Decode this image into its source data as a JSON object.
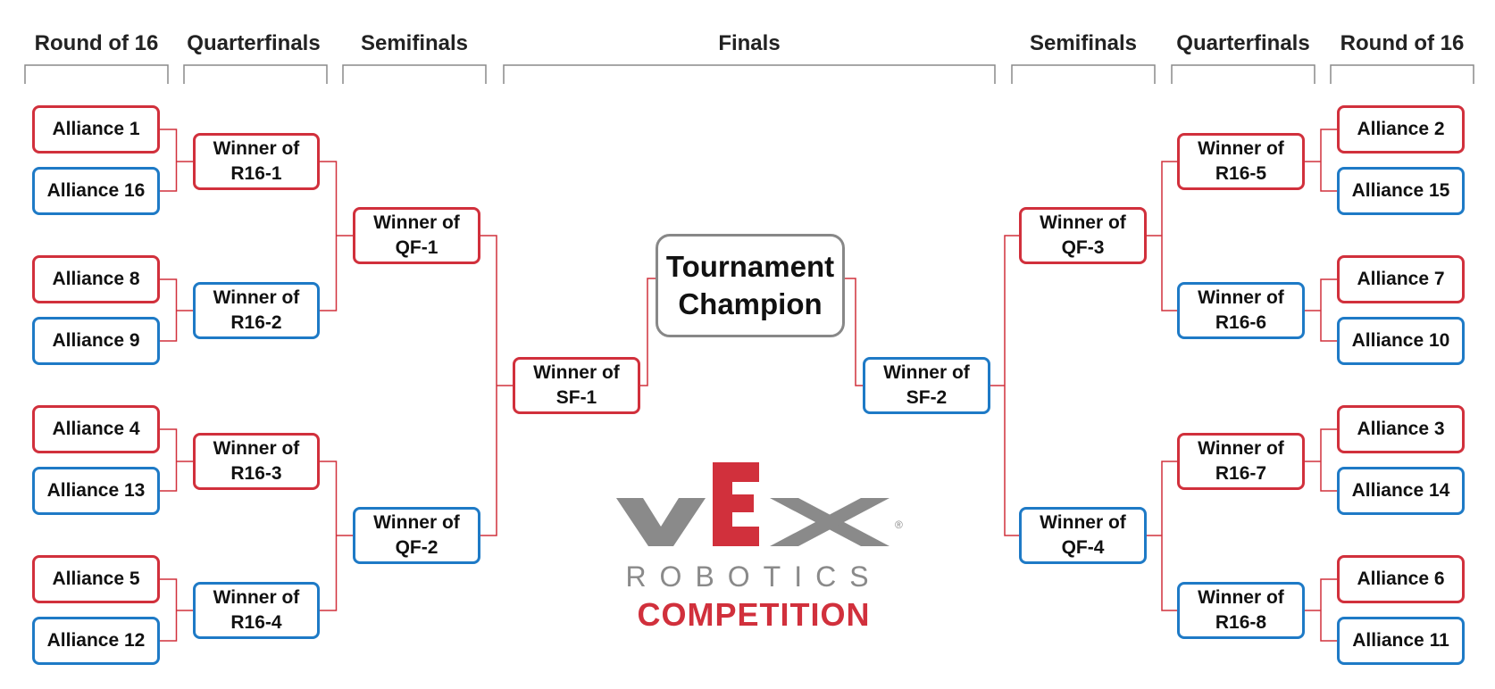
{
  "headers": {
    "left_r16": "Round of 16",
    "left_qf": "Quarterfinals",
    "left_sf": "Semifinals",
    "finals": "Finals",
    "right_sf": "Semifinals",
    "right_qf": "Quarterfinals",
    "right_r16": "Round of 16"
  },
  "colors": {
    "red": "#d1303c",
    "blue": "#1e7ac6",
    "gray": "#888888",
    "line": "#d1303c"
  },
  "r16_left": [
    {
      "label": "Alliance 1",
      "color": "red"
    },
    {
      "label": "Alliance 16",
      "color": "blue"
    },
    {
      "label": "Alliance 8",
      "color": "red"
    },
    {
      "label": "Alliance 9",
      "color": "blue"
    },
    {
      "label": "Alliance 4",
      "color": "red"
    },
    {
      "label": "Alliance 13",
      "color": "blue"
    },
    {
      "label": "Alliance 5",
      "color": "red"
    },
    {
      "label": "Alliance 12",
      "color": "blue"
    }
  ],
  "r16_right": [
    {
      "label": "Alliance 2",
      "color": "red"
    },
    {
      "label": "Alliance 15",
      "color": "blue"
    },
    {
      "label": "Alliance 7",
      "color": "red"
    },
    {
      "label": "Alliance 10",
      "color": "blue"
    },
    {
      "label": "Alliance 3",
      "color": "red"
    },
    {
      "label": "Alliance 14",
      "color": "blue"
    },
    {
      "label": "Alliance 6",
      "color": "red"
    },
    {
      "label": "Alliance 11",
      "color": "blue"
    }
  ],
  "qf_left": [
    {
      "label": "Winner of\nR16-1",
      "color": "red"
    },
    {
      "label": "Winner of\nR16-2",
      "color": "blue"
    },
    {
      "label": "Winner of\nR16-3",
      "color": "red"
    },
    {
      "label": "Winner of\nR16-4",
      "color": "blue"
    }
  ],
  "qf_right": [
    {
      "label": "Winner of\nR16-5",
      "color": "red"
    },
    {
      "label": "Winner of\nR16-6",
      "color": "blue"
    },
    {
      "label": "Winner of\nR16-7",
      "color": "red"
    },
    {
      "label": "Winner of\nR16-8",
      "color": "blue"
    }
  ],
  "sf_left": [
    {
      "label": "Winner of\nQF-1",
      "color": "red"
    },
    {
      "label": "Winner of\nQF-2",
      "color": "blue"
    }
  ],
  "sf_right": [
    {
      "label": "Winner of\nQF-3",
      "color": "red"
    },
    {
      "label": "Winner of\nQF-4",
      "color": "blue"
    }
  ],
  "final_left": {
    "label": "Winner of\nSF-1",
    "color": "red"
  },
  "final_right": {
    "label": "Winner of\nSF-2",
    "color": "blue"
  },
  "champion": {
    "label": "Tournament\nChampion"
  },
  "logo": {
    "mark": "VEX",
    "line1": "ROBOTICS",
    "line2": "COMPETITION",
    "registered": "®"
  }
}
